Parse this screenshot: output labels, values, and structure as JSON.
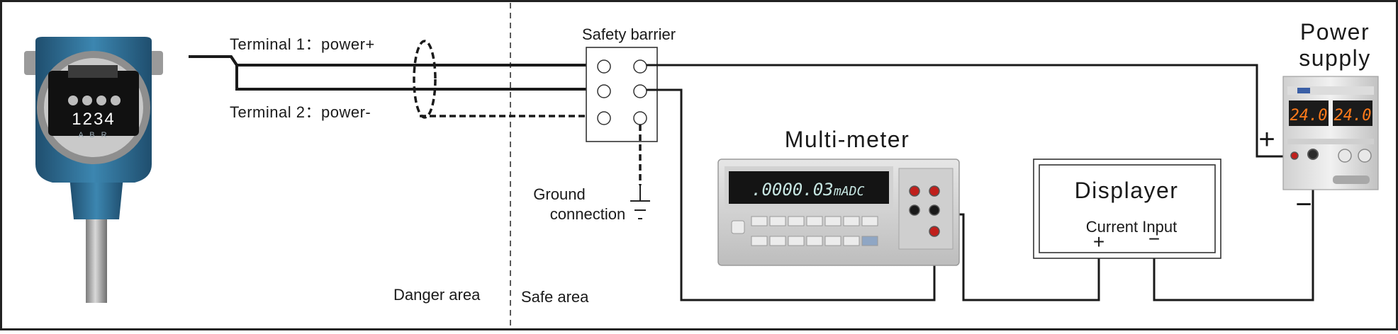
{
  "labels": {
    "terminal1": "Terminal 1：power+",
    "terminal2": "Terminal 2：power-",
    "safety_barrier": "Safety barrier",
    "ground_line1": "Ground",
    "ground_line2": "connection",
    "danger_area": "Danger area",
    "safe_area": "Safe area",
    "multimeter": "Multi-meter",
    "displayer": "Displayer",
    "current_input": "Current Input",
    "plus": "+",
    "minus": "−",
    "power_line1": "Power",
    "power_line2": "supply"
  },
  "transmitter": {
    "terminals": "1234",
    "small_letters": "A B R"
  },
  "multimeter_display": {
    "value": ".0000.03",
    "unit": "mADC"
  },
  "power_display": {
    "left": "24.0",
    "right": "24.0"
  },
  "colors": {
    "transmitter_blue": "#2f6f96",
    "wire": "#1a1a1a",
    "terminal_red": "#c0201c",
    "seg_orange": "#ff7a1a"
  }
}
